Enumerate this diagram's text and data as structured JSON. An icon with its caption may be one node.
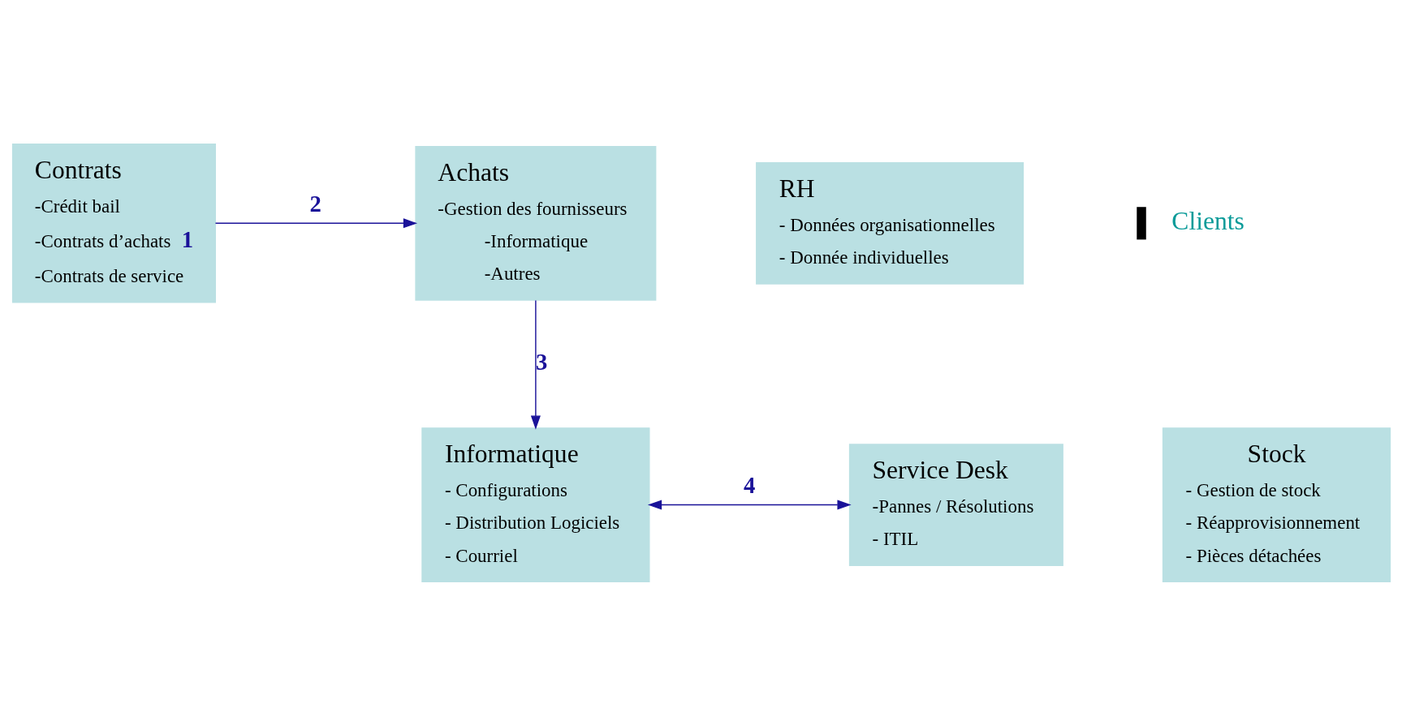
{
  "diagram": {
    "nodes": [
      {
        "text": [
          "Contrats",
          "-Crédit bail",
          "-Contrats d’achats",
          "1",
          "-Contrats de service"
        ]
      },
      {
        "text": [
          "RH",
          "- Données organisationnelles",
          "- Donnée individuelles"
        ]
      },
      {
        "text": [
          "Achats",
          "-Gestion des fournisseurs",
          "-Informatique",
          "-Autres"
        ]
      },
      {
        "text": [
          "Informatique",
          "- Configurations",
          "- Distribution Logiciels",
          "- Courriel"
        ]
      },
      {
        "text": [
          "Stock",
          "- Gestion de stock",
          "- Réapprovisionnement",
          "- Pièces détachées"
        ]
      },
      {
        "text": [
          "Service Desk",
          "-Pannes / Résolutions",
          "- ITIL"
        ]
      }
    ],
    "edges": [
      {
        "from": 0,
        "to": 2,
        "arrow": "to",
        "label": "2"
      },
      {
        "from": 2,
        "to": 3,
        "arrow": "to",
        "label": "3"
      },
      {
        "from": 3,
        "to": 5,
        "arrow": "both",
        "label": "4"
      }
    ],
    "labels": [
      "Clients"
    ]
  }
}
